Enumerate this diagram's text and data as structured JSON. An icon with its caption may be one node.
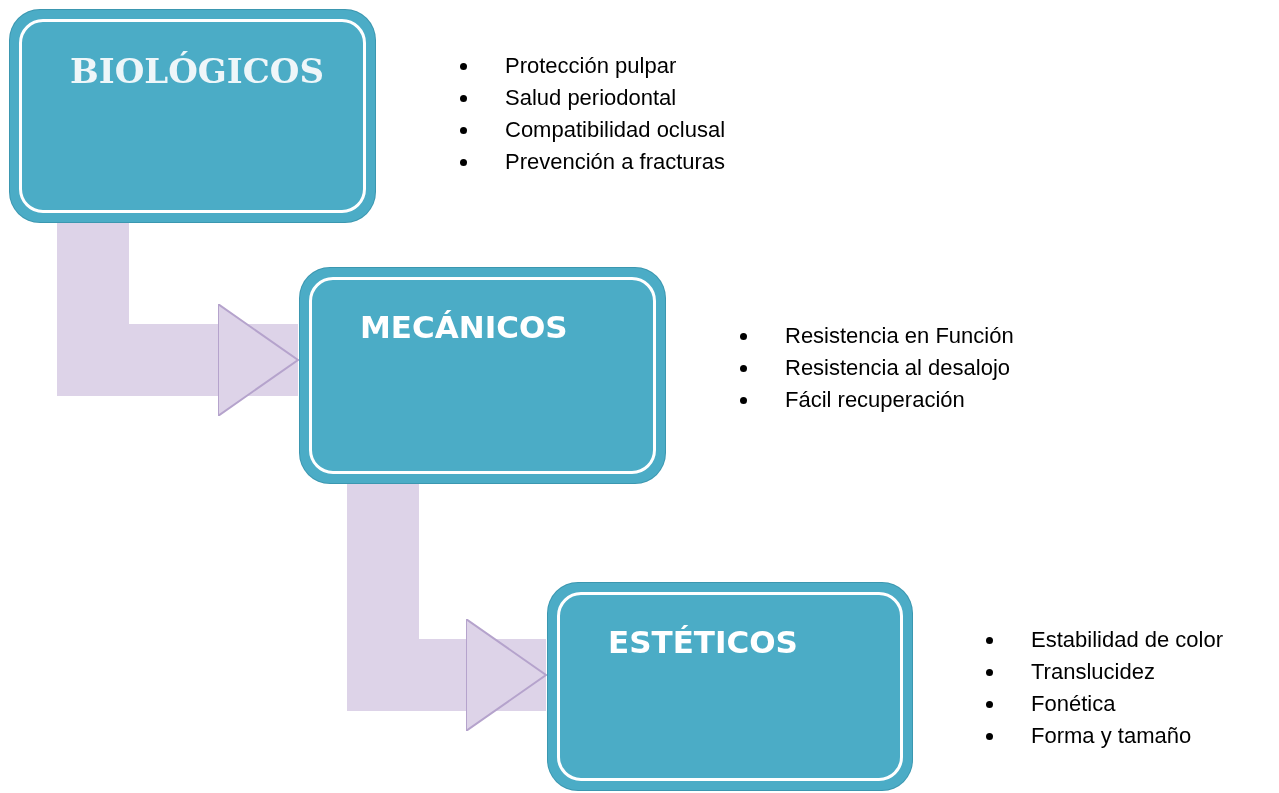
{
  "diagram": {
    "nodes": [
      {
        "text": [
          "BIOLÓGICOS"
        ],
        "beside": [
          "Protección pulpar",
          "Salud periodontal",
          "Compatibilidad oclusal",
          "Prevención a fracturas"
        ]
      },
      {
        "text": [
          "MECÁNICOS"
        ],
        "beside": [
          "Resistencia en Función",
          "Resistencia al desalojo",
          "Fácil recuperación"
        ]
      },
      {
        "text": [
          "ESTÉTICOS"
        ],
        "beside": [
          "Estabilidad de color",
          "Translucidez",
          "Fonética",
          "Forma y tamaño"
        ]
      }
    ],
    "edges": [
      {
        "from": 0,
        "to": 1,
        "arrow": "to"
      },
      {
        "from": 1,
        "to": 2,
        "arrow": "to"
      }
    ]
  }
}
